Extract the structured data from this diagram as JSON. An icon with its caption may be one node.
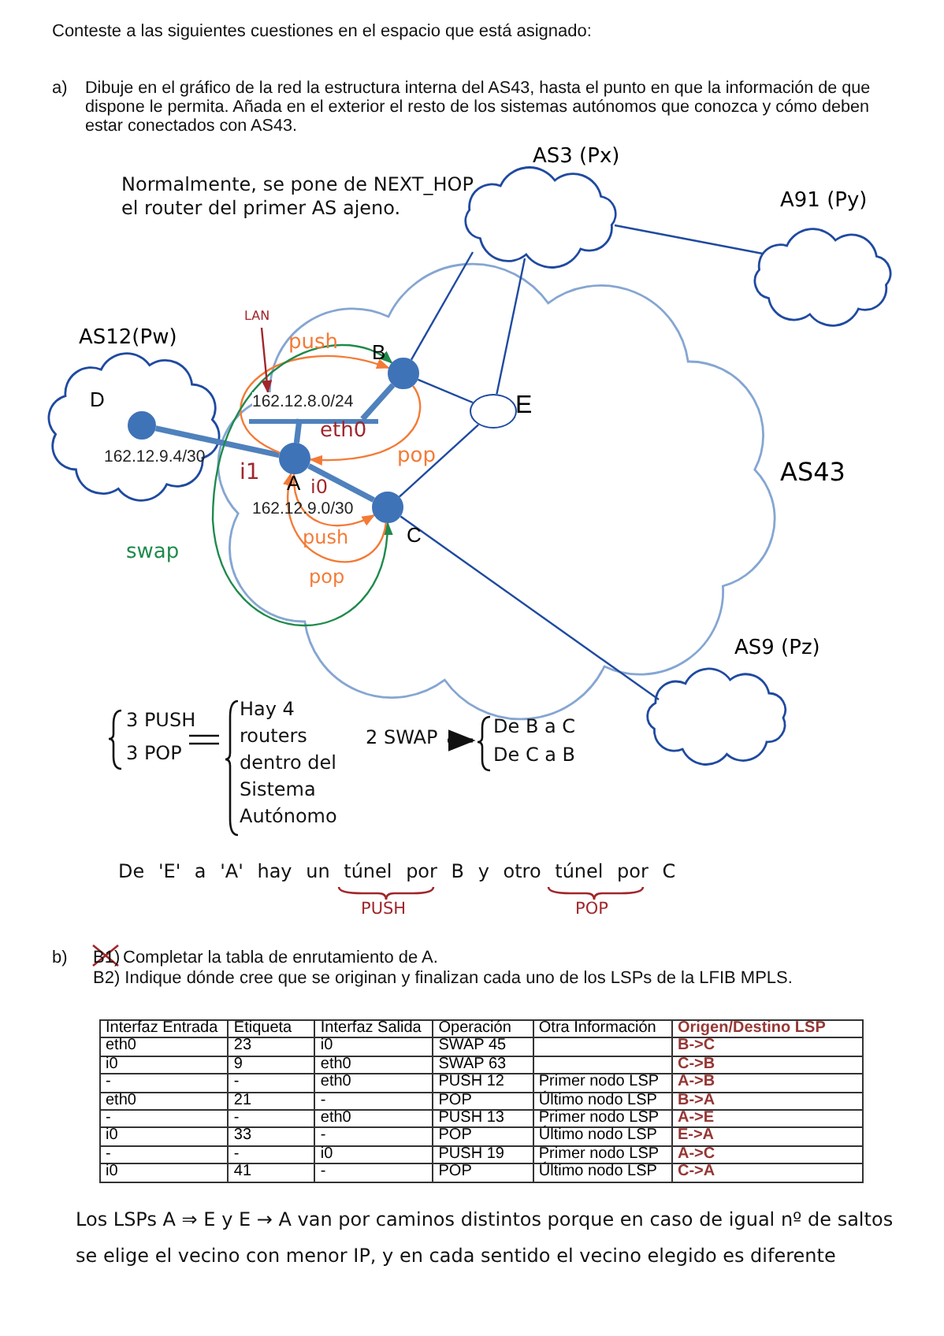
{
  "diagram": {
    "nodes": [
      {
        "text": [
          "AS3 (Px)"
        ]
      },
      {
        "text": [
          "A91 (Py)"
        ]
      },
      {
        "text": [
          "AS12(Pw)"
        ]
      },
      {
        "text": [],
        "shape": "circle",
        "in": 2,
        "beside": [
          "D"
        ]
      },
      {
        "text": [
          "AS43"
        ]
      },
      {
        "text": [],
        "shape": "circle",
        "in": 4,
        "beside": [
          "B"
        ]
      },
      {
        "text": [
          "162.12.8.0/24"
        ],
        "in": 4
      },
      {
        "text": [],
        "shape": "circle",
        "in": 4,
        "beside": [
          "E"
        ]
      },
      {
        "text": [],
        "shape": "circle",
        "in": 4,
        "beside": [
          "A"
        ]
      },
      {
        "text": [],
        "shape": "circle",
        "in": 4,
        "beside": [
          "C"
        ]
      },
      {
        "text": [
          "AS9 (Pz)"
        ]
      },
      {
        "text": [
          "LAN"
        ]
      }
    ],
    "edges": [
      {
        "from": 3,
        "to": 8,
        "arrow": "none",
        "label": "162.12.9.4/30",
        "style": "thick",
        "color": "#4f81bd"
      },
      {
        "from": 8,
        "to": 6,
        "arrow": "none",
        "style": "thick",
        "color": "#4f81bd"
      },
      {
        "from": 5,
        "to": 6,
        "arrow": "none",
        "style": "thick",
        "color": "#4f81bd"
      },
      {
        "from": 8,
        "to": 9,
        "arrow": "none",
        "label": "162.12.9.0/30",
        "style": "thick",
        "color": "#4f81bd"
      },
      {
        "from": 5,
        "to": 7,
        "arrow": "none"
      },
      {
        "from": 9,
        "to": 7,
        "arrow": "none"
      },
      {
        "from": 5,
        "to": 0,
        "arrow": "none"
      },
      {
        "from": 7,
        "to": 0,
        "arrow": "none"
      },
      {
        "from": 0,
        "to": 1,
        "arrow": "none"
      },
      {
        "from": 9,
        "to": 10,
        "arrow": "none"
      },
      {
        "from": 8,
        "to": 5,
        "arrow": "to",
        "label": "push",
        "color": "#f47a36"
      },
      {
        "from": 5,
        "to": 8,
        "arrow": "to",
        "label": "pop",
        "color": "#f47a36"
      },
      {
        "from": 5,
        "to": 9,
        "arrow": "both",
        "label": "swap",
        "color": "#1f8a4c"
      },
      {
        "from": 8,
        "to": 9,
        "arrow": "to",
        "label": "push",
        "color": "#f47a36"
      },
      {
        "from": 9,
        "to": 8,
        "arrow": "to",
        "label": "pop",
        "color": "#f47a36"
      },
      {
        "from": 11,
        "to": 6,
        "arrow": "to",
        "color": "#a0262b"
      }
    ],
    "labels": [
      "Conteste a las siguientes cuestiones en el espacio que está asignado:",
      "a)",
      "Dibuje en el gráfico de la red la estructura interna del AS43, hasta el punto en que la información de que dispone le permita. Añada en el exterior el resto de los sistemas autónomos que conozca y cómo deben estar conectados con AS43.",
      "Normalmente, se pone de NEXT_HOP el router del primer AS ajeno.",
      "eth0",
      "i1",
      "i0",
      "3 PUSH",
      "3 POP",
      "Hay 4 routers dentro del Sistema Autónomo",
      "2 SWAP",
      "De B a C",
      "De C a B",
      "De 'E' a 'A' hay un túnel por B y otro túnel por C",
      "PUSH",
      "POP",
      "b)",
      "B1)",
      "Completar la tabla de enrutamiento de A.",
      "B2) Indique dónde cree que se originan y finalizan cada uno de los LSPs de la LFIB MPLS.",
      "Interfaz Entrada",
      "Etiqueta",
      "Interfaz Salida",
      "Operación",
      "Otra Información",
      "Origen/Destino LSP",
      "eth0",
      "23",
      "i0",
      "SWAP 45",
      "B->C",
      "i0",
      "9",
      "eth0",
      "SWAP 63",
      "C->B",
      "-",
      "-",
      "eth0",
      "PUSH 12",
      "Primer nodo LSP",
      "A->B",
      "eth0",
      "21",
      "-",
      "POP",
      "Último nodo LSP",
      "B->A",
      "-",
      "-",
      "eth0",
      "PUSH 13",
      "Primer nodo LSP",
      "A->E",
      "i0",
      "33",
      "-",
      "POP",
      "Último nodo LSP",
      "E->A",
      "-",
      "-",
      "i0",
      "PUSH 19",
      "Primer nodo LSP",
      "A->C",
      "i0",
      "41",
      "-",
      "POP",
      "Último nodo LSP",
      "C->A",
      "Los LSPs A ⇒ E y E → A van por caminos distintos porque en caso de igual nº de saltos se elige el vecino con menor IP, y en cada sentido el vecino elegido es diferente"
    ]
  }
}
